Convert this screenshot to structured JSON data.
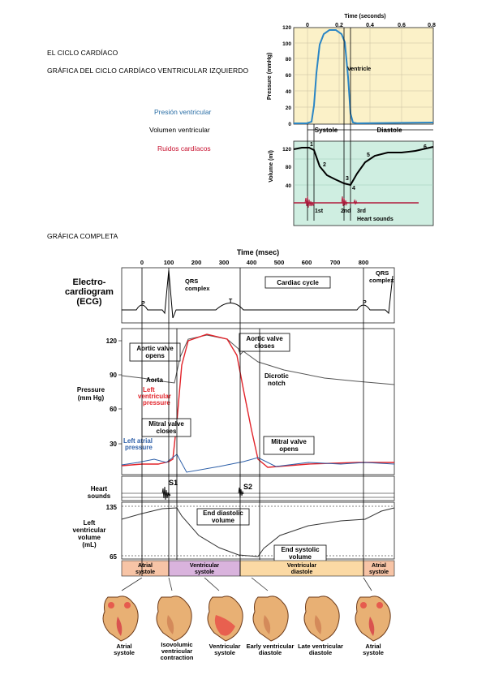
{
  "document": {
    "heading1": "EL CICLO CARDÍACO",
    "heading2": "GRÁFICA DEL CICLO CARDÍACO VENTRICULAR IZQUIERDO",
    "heading3": "GRÁFICA COMPLETA"
  },
  "legend": {
    "items": [
      {
        "label": "Presión ventricular",
        "color": "#2b6fa6"
      },
      {
        "label": "Volumen ventricular",
        "color": "#000000"
      },
      {
        "label": "Ruidos cardíacos",
        "color": "#c8102e"
      }
    ]
  },
  "small_chart": {
    "time_label": "Time (seconds)",
    "time_ticks": [
      "0",
      "0.2",
      "0.4",
      "0.6",
      "0.8"
    ],
    "pressure_label": "Pressure (mmHg)",
    "pressure_ticks": [
      "120",
      "100",
      "80",
      "60",
      "40",
      "20",
      "0"
    ],
    "volume_label": "Volume (ml)",
    "volume_ticks": [
      "120",
      "80",
      "40"
    ],
    "ventricle_label": "Ventricle",
    "systole_label": "Systole",
    "diastole_label": "Diastole",
    "points": [
      "1",
      "2",
      "3",
      "4",
      "5",
      "6"
    ],
    "sounds": [
      "1st",
      "2nd",
      "3rd"
    ],
    "heart_sounds_label": "Heart sounds"
  },
  "big_chart": {
    "time_label": "Time (msec)",
    "time_ticks": [
      "0",
      "100",
      "200",
      "300",
      "400",
      "500",
      "600",
      "700",
      "800"
    ],
    "ecg_label_1": "Electro-",
    "ecg_label_2": "cardiogram",
    "ecg_label_3": "(ECG)",
    "qrs_1": "QRS",
    "qrs_2": "complex",
    "qrs_right_1": "QRS",
    "qrs_right_2": "complex",
    "p_wave": "P",
    "t_wave": "T",
    "p_wave_2": "P",
    "cardiac_cycle": "Cardiac cycle",
    "pressure_label_1": "Pressure",
    "pressure_label_2": "(mm Hg)",
    "pressure_ticks": [
      "120",
      "90",
      "60",
      "30"
    ],
    "aortic_opens_1": "Aortic valve",
    "aortic_opens_2": "opens",
    "aortic_closes_1": "Aortic valve",
    "aortic_closes_2": "closes",
    "aorta": "Aorta",
    "lv_pressure_1": "Left",
    "lv_pressure_2": "ventricular",
    "lv_pressure_3": "pressure",
    "dicrotic_1": "Dicrotic",
    "dicrotic_2": "notch",
    "mitral_closes_1": "Mitral valve",
    "mitral_closes_2": "closes",
    "la_pressure_1": "Left atrial",
    "la_pressure_2": "pressure",
    "mitral_opens_1": "Mitral valve",
    "mitral_opens_2": "opens",
    "heart_sounds_1": "Heart",
    "heart_sounds_2": "sounds",
    "s1": "S1",
    "s2": "S2",
    "volume_label_1": "Left",
    "volume_label_2": "ventricular",
    "volume_label_3": "volume",
    "volume_label_4": "(mL)",
    "volume_ticks": [
      "135",
      "65"
    ],
    "edv_1": "End diastolic",
    "edv_2": "volume",
    "esv_1": "End systolic",
    "esv_2": "volume",
    "phase_atrial_1": "Atrial",
    "phase_atrial_2": "systole",
    "phase_vent_sys_1": "Ventricular",
    "phase_vent_sys_2": "systole",
    "phase_vent_dia_1": "Ventricular",
    "phase_vent_dia_2": "diastole",
    "phase_atrial_b_1": "Atrial",
    "phase_atrial_b_2": "systole"
  },
  "hearts": [
    {
      "l1": "Atrial",
      "l2": "systole",
      "l3": ""
    },
    {
      "l1": "Isovolumic",
      "l2": "ventricular",
      "l3": "contraction"
    },
    {
      "l1": "Ventricular",
      "l2": "systole",
      "l3": ""
    },
    {
      "l1": "Early ventricular",
      "l2": "diastole",
      "l3": ""
    },
    {
      "l1": "Late ventricular",
      "l2": "diastole",
      "l3": ""
    },
    {
      "l1": "Atrial",
      "l2": "systole",
      "l3": ""
    }
  ]
}
